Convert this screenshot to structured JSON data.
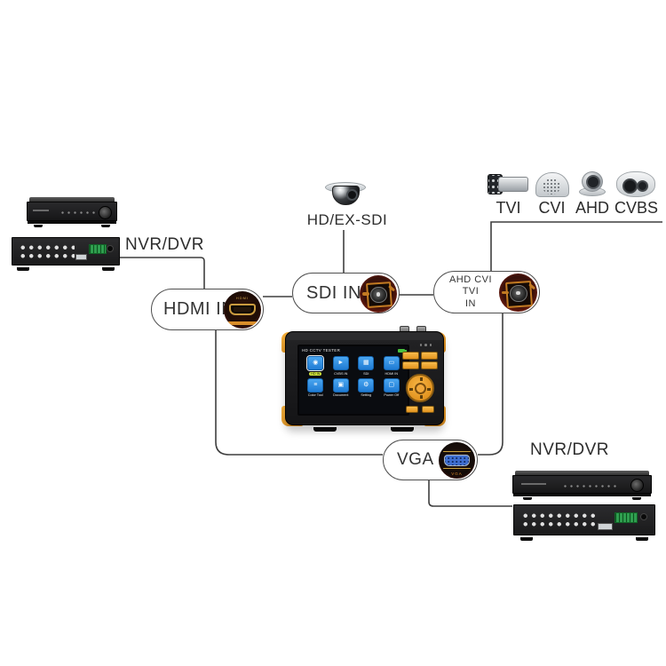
{
  "top_left_group": {
    "label": "NVR/DVR"
  },
  "hd_sdi_camera": {
    "label": "HD/EX-SDI"
  },
  "analog_cameras": {
    "labels": [
      "TVI",
      "CVI",
      "AHD",
      "CVBS"
    ]
  },
  "connector_boxes": {
    "hdmi": {
      "label": "HDMI IN",
      "port_caption": "HDMI"
    },
    "sdi": {
      "label": "SDI IN"
    },
    "ahd": {
      "label_line1": "AHD CVI TVI",
      "label_line2": "IN"
    },
    "vga": {
      "label": "VGA",
      "port_caption": "VGA"
    }
  },
  "bottom_right_group": {
    "label": "NVR/DVR"
  },
  "tester": {
    "screen_title": "HD CCTV TESTER",
    "apps": [
      {
        "glyph": "◉",
        "label": "HD IN"
      },
      {
        "glyph": "►",
        "label": "CVBS IN"
      },
      {
        "glyph": "▦",
        "label": "SDI"
      },
      {
        "glyph": "▭",
        "label": "HDMI IN"
      },
      {
        "glyph": "≡",
        "label": "Color Tool"
      },
      {
        "glyph": "▣",
        "label": "Document"
      },
      {
        "glyph": "⚙",
        "label": "Setting"
      },
      {
        "glyph": "▢",
        "label": "Power Off"
      }
    ]
  },
  "colors": {
    "accent_orange": "#EFA02C",
    "app_blue": "#2F8FE0",
    "highlight_yellow": "#CFE23A",
    "line": "#3F3F3F"
  }
}
